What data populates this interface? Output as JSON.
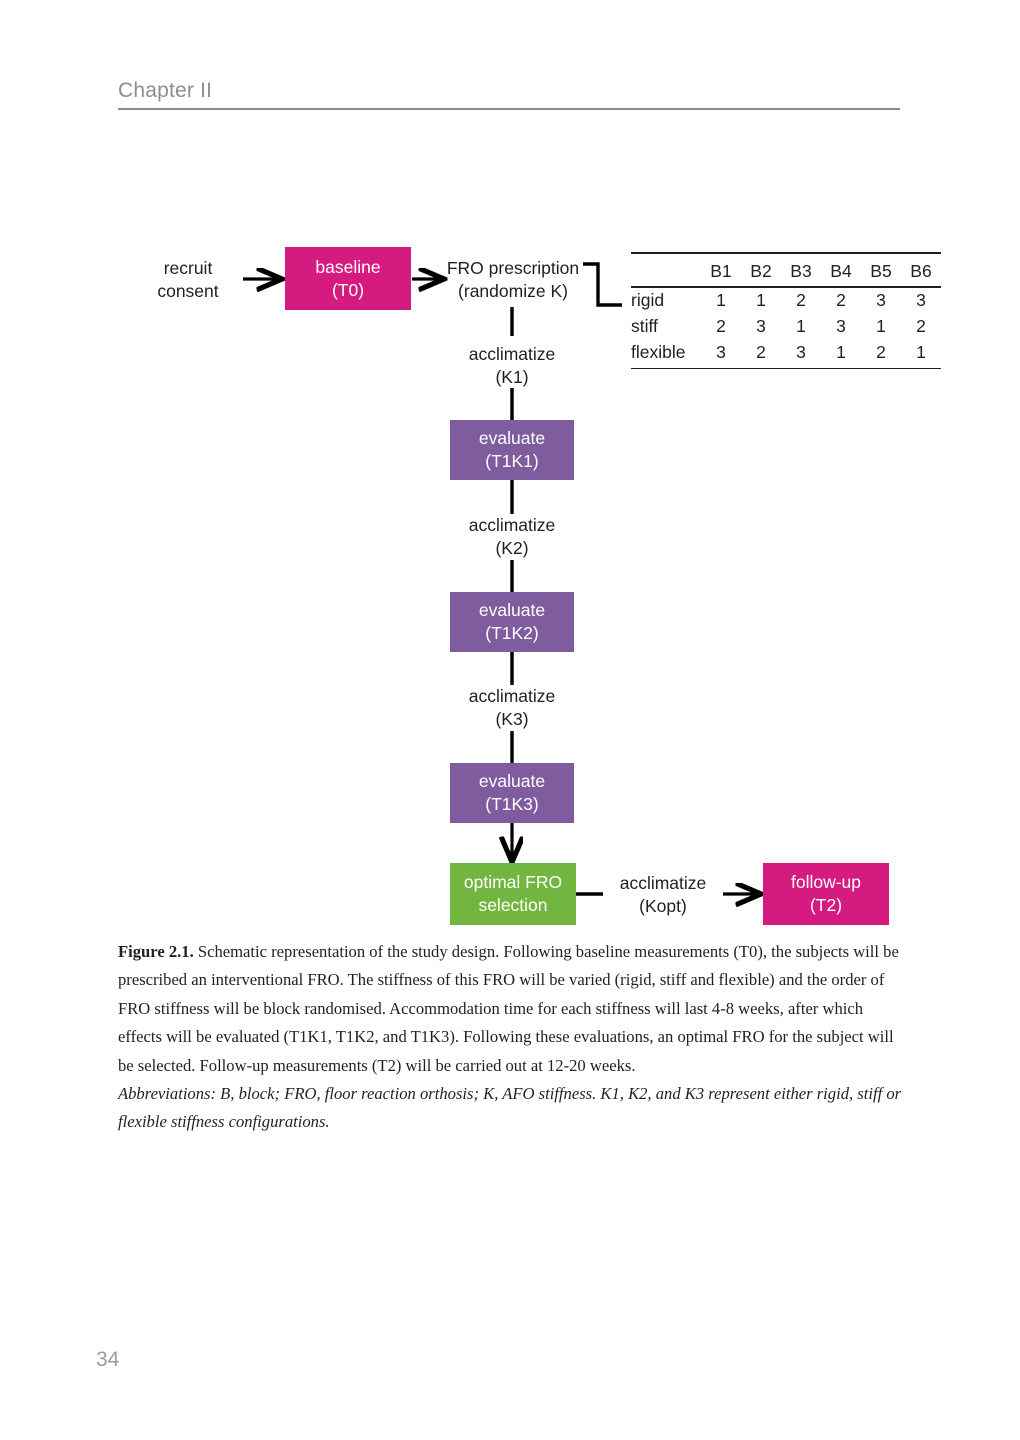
{
  "page": {
    "running_head": "Chapter II",
    "folio": "34"
  },
  "figure": {
    "nodes": {
      "recruit": {
        "line1": "recruit",
        "line2": "consent"
      },
      "baseline": {
        "line1": "baseline",
        "line2": "(T0)",
        "color": "#d51b7f"
      },
      "fro_prescription": {
        "line1": "FRO prescription",
        "line2": "(randomize K)"
      },
      "acclimatize_k1": {
        "line1": "acclimatize",
        "line2": "(K1)"
      },
      "evaluate_t1k1": {
        "line1": "evaluate",
        "line2": "(T1K1)",
        "color": "#7e5c9e"
      },
      "acclimatize_k2": {
        "line1": "acclimatize",
        "line2": "(K2)"
      },
      "evaluate_t1k2": {
        "line1": "evaluate",
        "line2": "(T1K2)",
        "color": "#7e5c9e"
      },
      "acclimatize_k3": {
        "line1": "acclimatize",
        "line2": "(K3)"
      },
      "evaluate_t1k3": {
        "line1": "evaluate",
        "line2": "(T1K3)",
        "color": "#7e5c9e"
      },
      "optimal_fro": {
        "line1": "optimal FRO",
        "line2": "selection",
        "color": "#72b63f"
      },
      "acclimatize_kopt": {
        "line1": "acclimatize",
        "line2": "(Kopt)"
      },
      "follow_up": {
        "line1": "follow-up",
        "line2": "(T2)",
        "color": "#d51b7f"
      }
    },
    "table": {
      "corner": "",
      "columns": [
        "B1",
        "B2",
        "B3",
        "B4",
        "B5",
        "B6"
      ],
      "rows": [
        {
          "label": "rigid",
          "values": [
            "1",
            "1",
            "2",
            "2",
            "3",
            "3"
          ]
        },
        {
          "label": "stiff",
          "values": [
            "2",
            "3",
            "1",
            "3",
            "1",
            "2"
          ]
        },
        {
          "label": "flexible",
          "values": [
            "3",
            "2",
            "3",
            "1",
            "2",
            "1"
          ]
        }
      ]
    }
  },
  "caption": {
    "label": "Figure 2.1.",
    "body": " Schematic representation of the study design. Following baseline measurements (T0), the subjects will be prescribed an interventional FRO. The stiffness of this FRO will be varied (rigid, stiff and flexible) and the order of FRO stiffness will be block randomised. Accommodation time for each stiffness will last 4-8 weeks, after which effects will be evaluated (T1K1, T1K2, and T1K3). Following these evaluations, an optimal FRO for the subject will be selected. Follow-up measurements (T2) will be carried out at 12-20 weeks.",
    "abbreviations": "Abbreviations: B, block; FRO, floor reaction orthosis; K, AFO stiffness. K1, K2, and K3 represent either rigid, stiff or flexible stiffness configurations."
  }
}
